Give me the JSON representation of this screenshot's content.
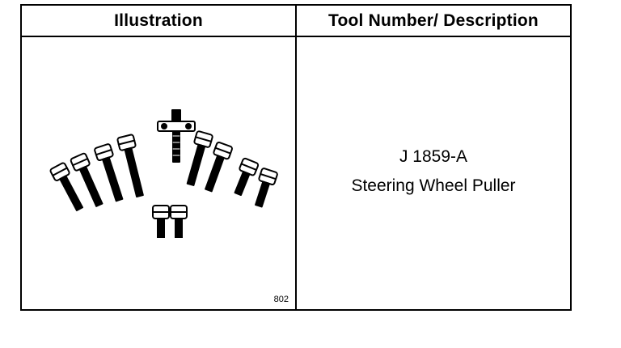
{
  "table": {
    "header_illustration": "Illustration",
    "header_description": "Tool Number/ Description"
  },
  "tool": {
    "number": "J 1859-A",
    "description": "Steering Wheel Puller",
    "figure_number": "802"
  }
}
